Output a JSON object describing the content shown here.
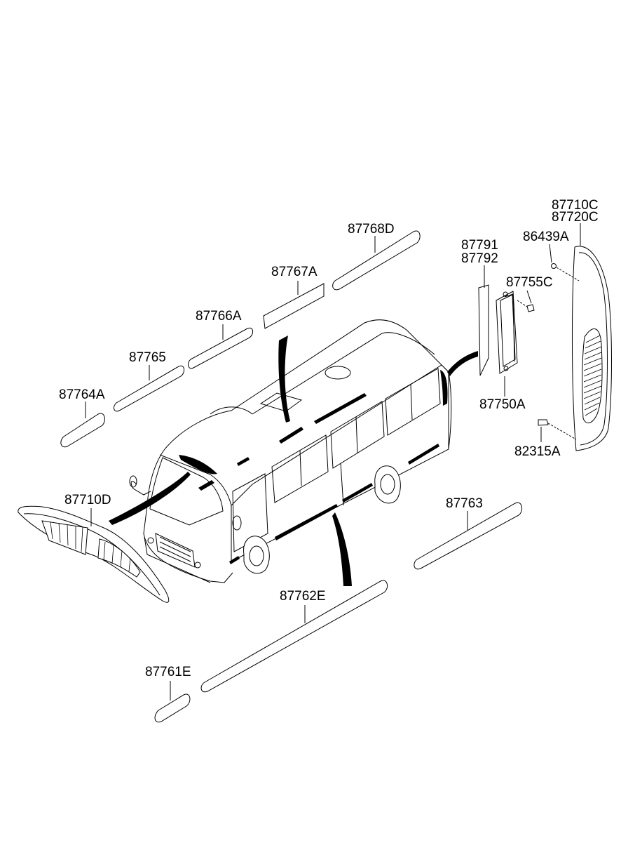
{
  "diagram": {
    "labels": [
      {
        "id": "87710C",
        "text": "87710C"
      },
      {
        "id": "87720C",
        "text": "87720C"
      },
      {
        "id": "86439A",
        "text": "86439A"
      },
      {
        "id": "87768D",
        "text": "87768D"
      },
      {
        "id": "87791",
        "text": "87791"
      },
      {
        "id": "87792",
        "text": "87792"
      },
      {
        "id": "87755C",
        "text": "87755C"
      },
      {
        "id": "87767A",
        "text": "87767A"
      },
      {
        "id": "87766A",
        "text": "87766A"
      },
      {
        "id": "87765",
        "text": "87765"
      },
      {
        "id": "87764A",
        "text": "87764A"
      },
      {
        "id": "87750A",
        "text": "87750A"
      },
      {
        "id": "82315A",
        "text": "82315A"
      },
      {
        "id": "87710D",
        "text": "87710D"
      },
      {
        "id": "87763",
        "text": "87763"
      },
      {
        "id": "87762E",
        "text": "87762E"
      },
      {
        "id": "87761E",
        "text": "87761E"
      }
    ]
  }
}
